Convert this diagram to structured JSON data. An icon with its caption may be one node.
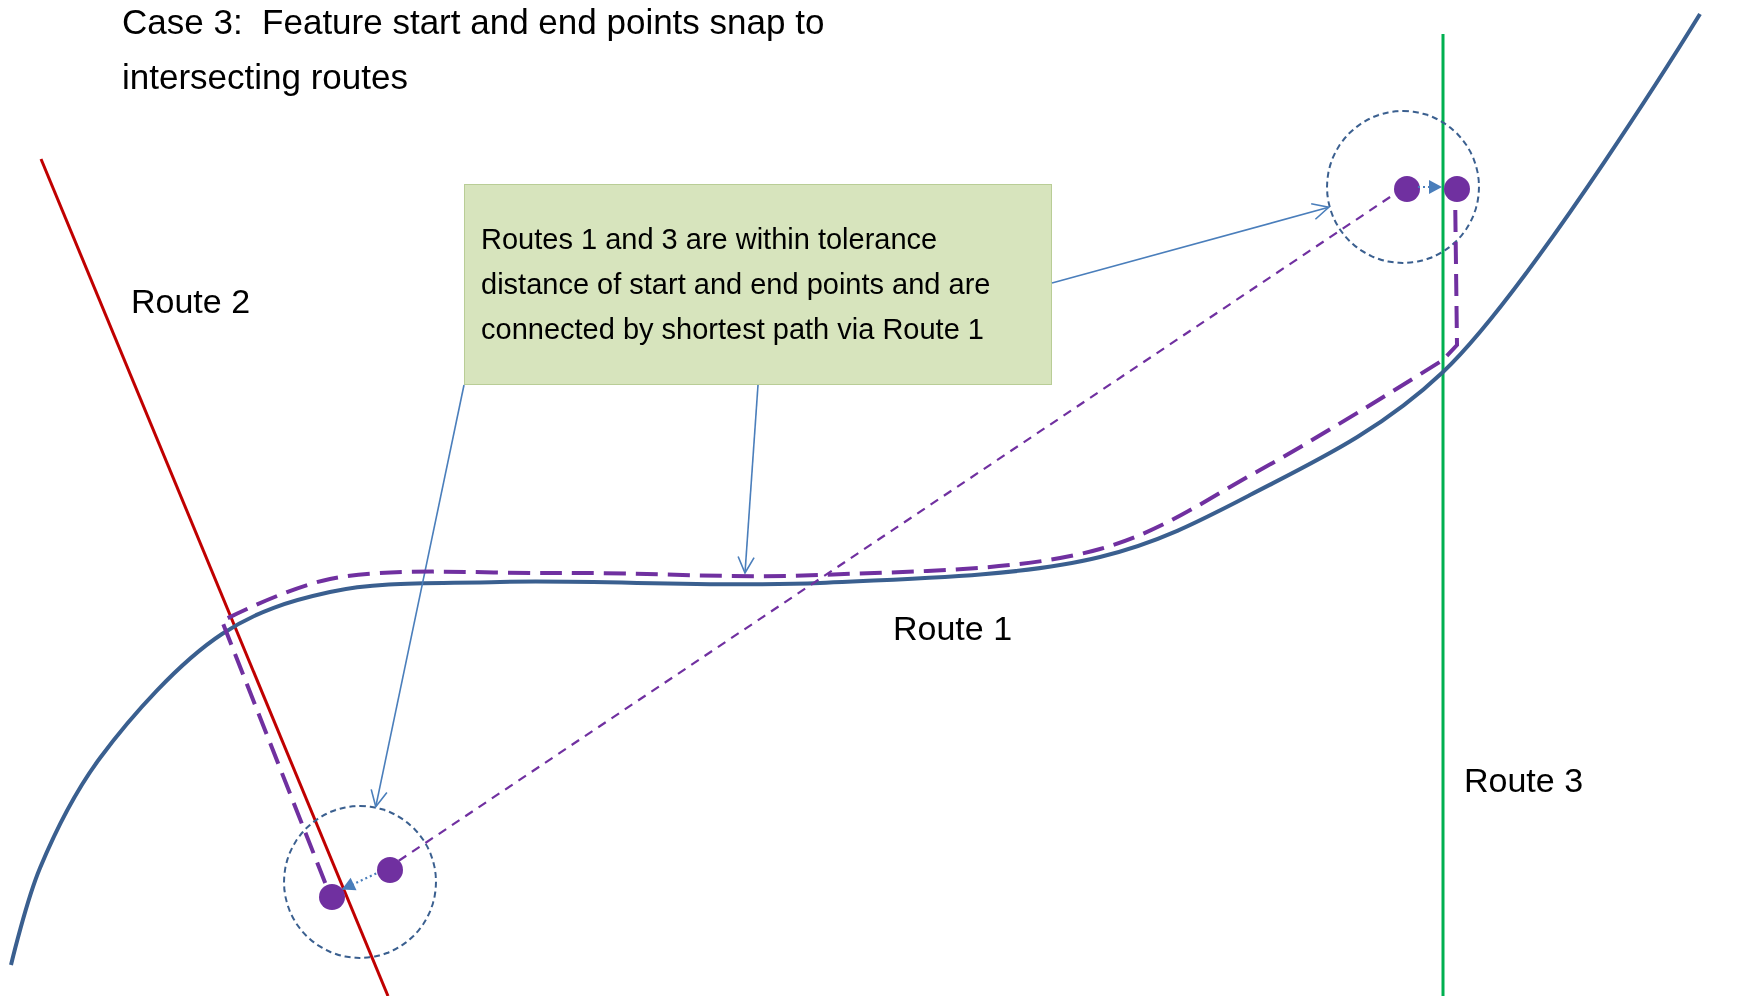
{
  "diagram": {
    "title": "Case 3:  Feature start and end points snap to intersecting routes",
    "nodes": [
      {
        "text": [
          "Routes 1 and 3 are within tolerance distance of start and end points and are connected by shortest path via Route 1"
        ]
      },
      {
        "text": [],
        "shape": "circle"
      },
      {
        "text": [],
        "shape": "circle",
        "in": 1
      },
      {
        "text": [],
        "shape": "circle",
        "in": 1
      },
      {
        "text": [],
        "shape": "circle"
      },
      {
        "text": [],
        "shape": "circle",
        "in": 4
      },
      {
        "text": [],
        "shape": "circle",
        "in": 4
      }
    ],
    "edges": [
      {
        "from": 0,
        "to": 1,
        "arrow": "to"
      },
      {
        "from": 0,
        "to": null,
        "arrow": "to"
      },
      {
        "from": 0,
        "to": 4,
        "arrow": "to"
      },
      {
        "from": 2,
        "to": 3,
        "arrow": "to",
        "style": "dashed"
      },
      {
        "from": 5,
        "to": 6,
        "arrow": "to",
        "style": "dashed"
      },
      {
        "from": 5,
        "to": 2,
        "arrow": "none",
        "style": "dashed",
        "color": "#7030a0"
      },
      {
        "from": 6,
        "to": 3,
        "arrow": "none",
        "style": "dashed",
        "color": "#7030a0"
      }
    ],
    "labels": [
      "Route 2",
      "Route 1",
      "Route 3"
    ]
  }
}
